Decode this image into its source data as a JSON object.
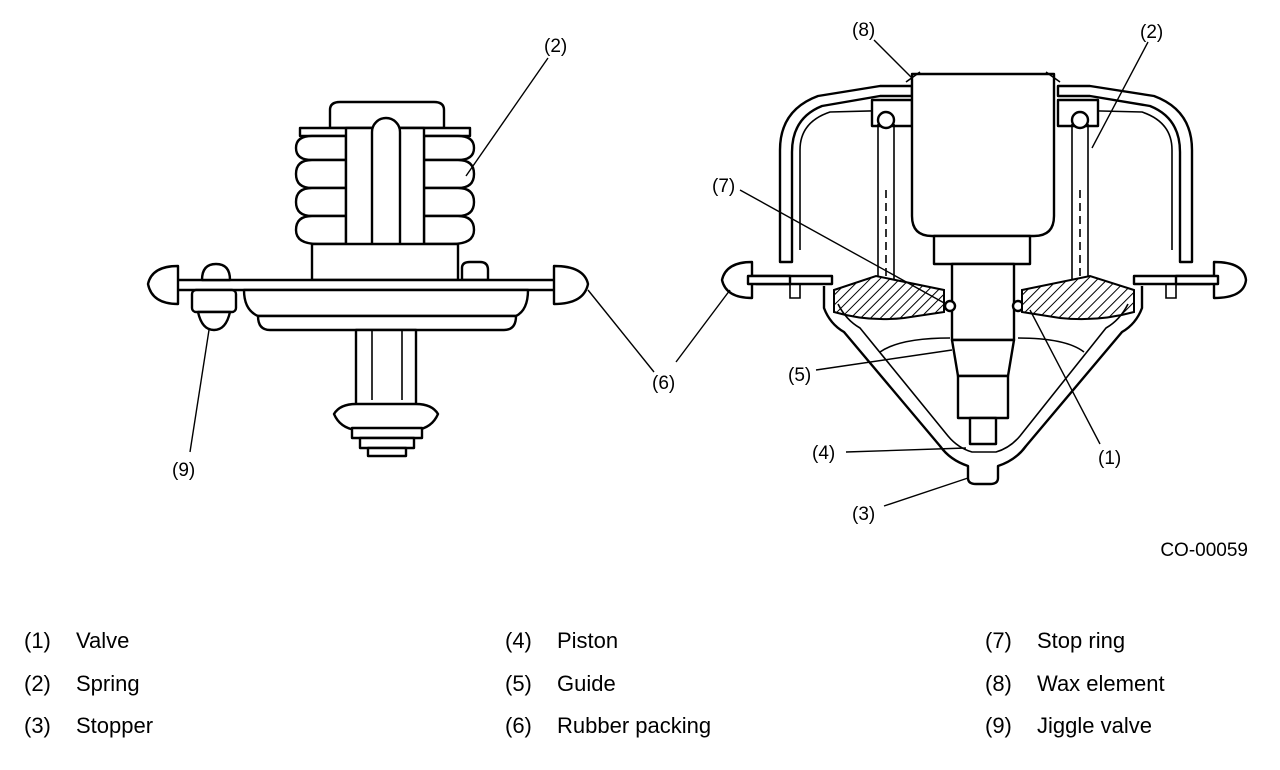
{
  "figure_id": "CO-00059",
  "callouts": {
    "left_spring": "(2)",
    "left_packing": "(6)",
    "left_jiggle": "(9)",
    "right_wax": "(8)",
    "right_spring": "(2)",
    "right_stop_ring": "(7)",
    "right_guide": "(5)",
    "right_piston": "(4)",
    "right_stopper": "(3)",
    "right_valve": "(1)"
  },
  "legend": [
    {
      "num": "(1)",
      "label": "Valve"
    },
    {
      "num": "(2)",
      "label": "Spring"
    },
    {
      "num": "(3)",
      "label": "Stopper"
    },
    {
      "num": "(4)",
      "label": "Piston"
    },
    {
      "num": "(5)",
      "label": "Guide"
    },
    {
      "num": "(6)",
      "label": "Rubber packing"
    },
    {
      "num": "(7)",
      "label": "Stop ring"
    },
    {
      "num": "(8)",
      "label": "Wax element"
    },
    {
      "num": "(9)",
      "label": "Jiggle valve"
    }
  ]
}
